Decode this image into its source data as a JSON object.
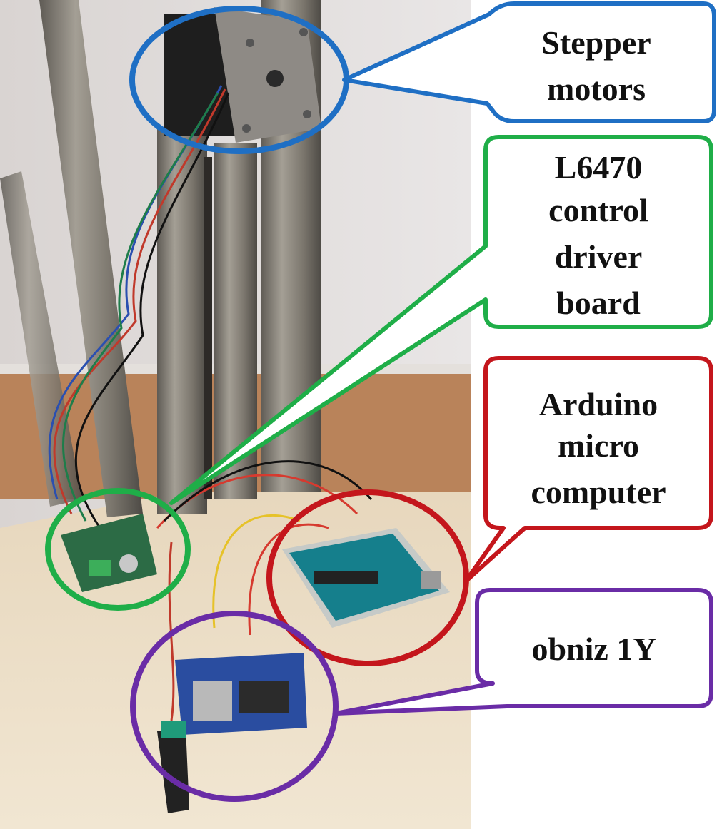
{
  "colors": {
    "blue": "#1f6fc4",
    "green": "#1fae48",
    "red": "#c4161c",
    "purple": "#6a2ca6"
  },
  "callouts": {
    "stepper": {
      "line1": "Stepper",
      "line2": "motors"
    },
    "driver": {
      "line1": "L6470",
      "line2": "control",
      "line3": "driver",
      "line4": "board"
    },
    "arduino": {
      "line1": "Arduino",
      "line2": "micro",
      "line3": "computer"
    },
    "obniz": {
      "line1": "obniz 1Y"
    }
  }
}
